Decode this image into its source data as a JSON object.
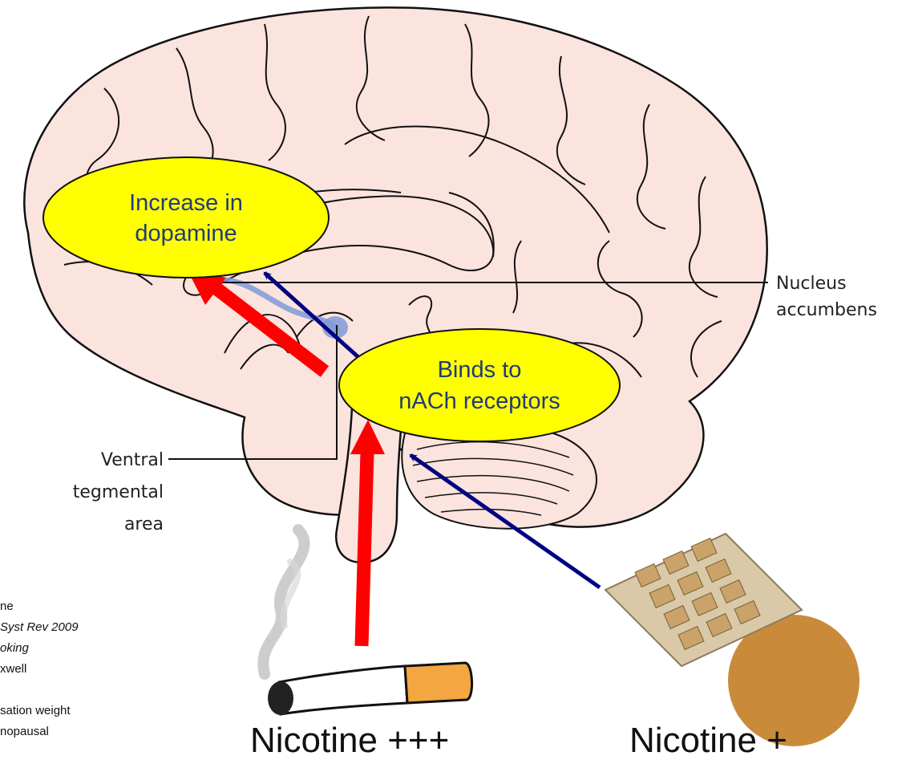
{
  "bubbles": {
    "dopamine": {
      "line1": "Increase in",
      "line2": "dopamine"
    },
    "receptors": {
      "line1": "Binds to",
      "line2": "nACh receptors"
    }
  },
  "labels": {
    "nucleus": {
      "line1": "Nucleus",
      "line2": "accumbens"
    },
    "ventral": {
      "line1": "Ventral",
      "line2": "tegmental",
      "line3": "area"
    }
  },
  "products": {
    "cigarette": "Nicotine +++",
    "nrt": "Nicotine +"
  },
  "citation_fragments": [
    "ne",
    "Syst Rev 2009",
    "oking",
    "xwell",
    "sation weight",
    "nopausal"
  ],
  "colors": {
    "bubble_fill": "#ffff00",
    "brain_fill": "#fbe3de",
    "strong_arrow": "#ff0000",
    "weak_arrow": "#000080",
    "vta_pathway": "#7f9ad8"
  }
}
